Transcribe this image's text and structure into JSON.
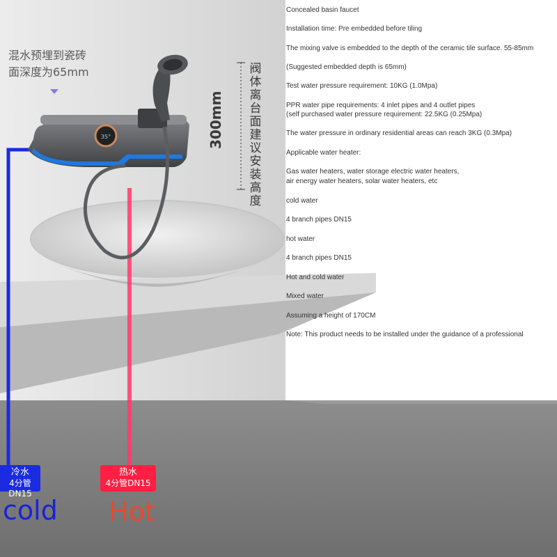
{
  "embed_note": {
    "line1": "混水预埋到瓷砖",
    "line2": "面深度为65mm"
  },
  "dimension": {
    "value": "300mm",
    "vertical_text": "阀体离台面建议安装高度"
  },
  "faucet_display": "35°",
  "notes": [
    "Concealed basin faucet",
    "Installation time: Pre embedded before tiling",
    "The mixing valve is embedded to the depth of the ceramic tile surface. 55-85mm",
    "(Suggested embedded depth is 65mm)",
    "Test water pressure requirement: 10KG (1.0Mpa)",
    "PPR water pipe requirements: 4 inlet pipes and 4 outlet pipes",
    " (self purchased water pressure requirement: 22.5KG (0.25Mpa)",
    "The water pressure in ordinary residential areas can reach 3KG (0.3Mpa)",
    "Applicable water heater:",
    "Gas water heaters, water storage electric water heaters,",
    "air energy water heaters, solar water heaters, etc",
    "cold water",
    "4 branch pipes DN15",
    "hot water",
    "4 branch pipes DN15",
    "Hot and cold water",
    "Mixed water",
    "Assuming a height of 170CM",
    "Note: This product needs to be installed under the guidance of a professional"
  ],
  "cold_pipe": {
    "label": "冷水",
    "spec": "4分管DN15",
    "word": "cold",
    "color": "#1a2be0"
  },
  "hot_pipe": {
    "label": "热水",
    "spec": "4分管DN15",
    "word": "Hot",
    "color": "#ff1f43"
  }
}
